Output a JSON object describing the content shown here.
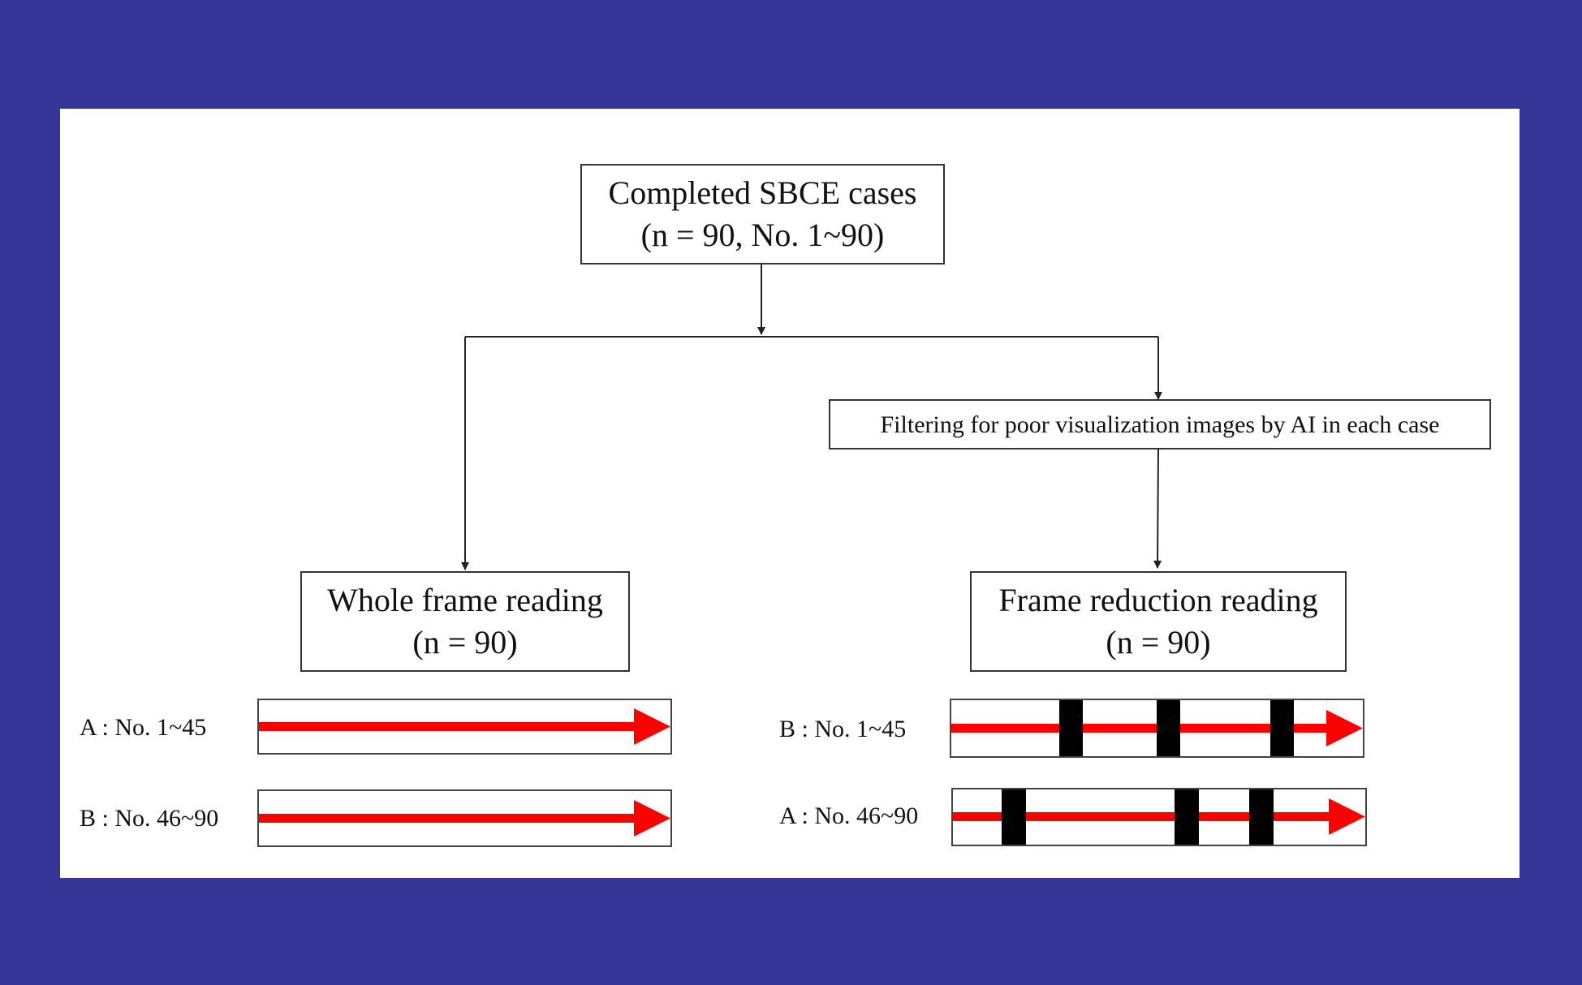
{
  "colors": {
    "background": "#353597",
    "panel": "#ffffff",
    "arrow": "#ff0000",
    "block": "#000000",
    "line": "#222222"
  },
  "top_box": {
    "line1": "Completed SBCE cases",
    "line2": "(n = 90, No. 1~90)"
  },
  "filter_box": {
    "text": "Filtering for poor visualization images by AI in each case"
  },
  "left_box": {
    "line1": "Whole frame reading",
    "line2": "(n = 90)"
  },
  "right_box": {
    "line1": "Frame reduction reading",
    "line2": "(n = 90)"
  },
  "left_rows": [
    {
      "label": "A : No. 1~45",
      "reduced": false
    },
    {
      "label": "B : No. 46~90",
      "reduced": false
    }
  ],
  "right_rows": [
    {
      "label": "B : No. 1~45",
      "reduced": true
    },
    {
      "label": "A : No. 46~90",
      "reduced": true
    }
  ]
}
